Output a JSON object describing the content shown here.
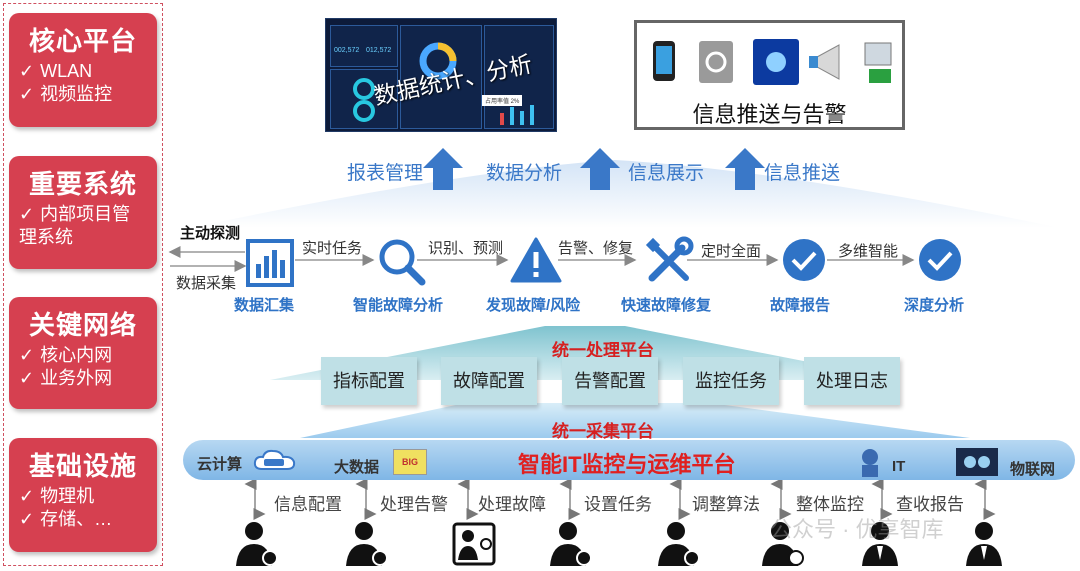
{
  "left_cards": [
    {
      "title": "核心平台",
      "items": [
        "WLAN",
        "视频监控"
      ]
    },
    {
      "title": "重要系统",
      "items": [
        "内部项目管理系统"
      ]
    },
    {
      "title": "关键网络",
      "items": [
        "核心内网",
        "业务外网"
      ]
    },
    {
      "title": "基础设施",
      "items": [
        "物理机",
        "存储、…"
      ]
    }
  ],
  "check_glyph": "✓",
  "top": {
    "dashboard_caption": "数据统计、分析",
    "alarm_title": "信息推送与告警",
    "dashboard_numbers": [
      "002,572",
      "012,572"
    ],
    "dashboard_tag": "占用率值 2%"
  },
  "up_labels": [
    "报表管理",
    "数据分析",
    "信息展示",
    "信息推送"
  ],
  "inputs": [
    "主动探测",
    "数据采集"
  ],
  "flow_edges": [
    "实时任务",
    "识别、预测",
    "告警、修复",
    "定时全面",
    "多维智能"
  ],
  "flow_nodes": [
    {
      "label": "数据汇集",
      "icon": "bar-chart-icon"
    },
    {
      "label": "智能故障分析",
      "icon": "magnifier-icon"
    },
    {
      "label": "发现故障/风险",
      "icon": "warning-icon"
    },
    {
      "label": "快速故障修复",
      "icon": "wrench-screwdriver-icon"
    },
    {
      "label": "故障报告",
      "icon": "check-circle-icon"
    },
    {
      "label": "深度分析",
      "icon": "check-circle-icon"
    }
  ],
  "processing_platform": {
    "title": "统一处理平台",
    "boxes": [
      "指标配置",
      "故障配置",
      "告警配置",
      "监控任务",
      "处理日志"
    ]
  },
  "collection_platform": {
    "title": "统一采集平台"
  },
  "base_platform": {
    "main": "智能IT监控与运维平台",
    "items": [
      "云计算",
      "大数据",
      "IT",
      "物联网"
    ],
    "bigdata_icon_text": "BIG"
  },
  "roles": [
    "信息配置",
    "处理告警",
    "处理故障",
    "设置任务",
    "调整算法",
    "整体监控",
    "查收报告"
  ],
  "watermark": "公众号 · 优享智库",
  "colors": {
    "card_red": "#d64050",
    "blue": "#3a78c8",
    "node_blue": "#2f73c6",
    "alert_red": "#e02020",
    "box_teal": "#bfe0e6"
  }
}
